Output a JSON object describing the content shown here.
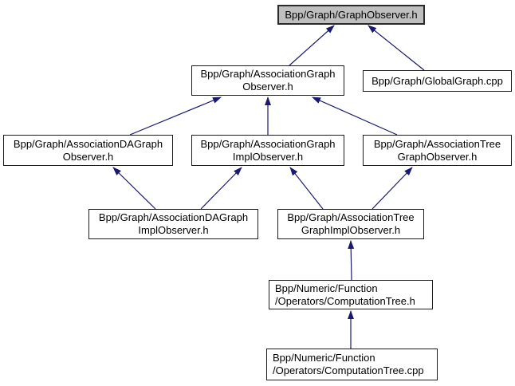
{
  "diagram": {
    "type": "include-dependency-graph",
    "colors": {
      "background": "#ffffff",
      "edge_arrow": "#191970",
      "node_fill": "#ffffff",
      "node_border": "#1c1c1c",
      "highlighted_node_fill": "#bfbfbf",
      "text": "#000000"
    },
    "nodes": [
      {
        "id": "graph-observer-h",
        "label_lines": [
          "Bpp/Graph/GraphObserver.h"
        ],
        "highlighted": true,
        "align": "center"
      },
      {
        "id": "association-graph-observer-h",
        "label_lines": [
          "Bpp/Graph/AssociationGraph",
          "Observer.h"
        ],
        "highlighted": false,
        "align": "center"
      },
      {
        "id": "global-graph-cpp",
        "label_lines": [
          "Bpp/Graph/GlobalGraph.cpp"
        ],
        "highlighted": false,
        "align": "center"
      },
      {
        "id": "association-da-graph-observer-h",
        "label_lines": [
          "Bpp/Graph/AssociationDAGraph",
          "Observer.h"
        ],
        "highlighted": false,
        "align": "center"
      },
      {
        "id": "association-graph-impl-observer-h",
        "label_lines": [
          "Bpp/Graph/AssociationGraph",
          "ImplObserver.h"
        ],
        "highlighted": false,
        "align": "center"
      },
      {
        "id": "association-tree-graph-observer-h",
        "label_lines": [
          "Bpp/Graph/AssociationTree",
          "GraphObserver.h"
        ],
        "highlighted": false,
        "align": "center"
      },
      {
        "id": "association-da-graph-impl-observer-h",
        "label_lines": [
          "Bpp/Graph/AssociationDAGraph",
          "ImplObserver.h"
        ],
        "highlighted": false,
        "align": "center"
      },
      {
        "id": "association-tree-graph-impl-observer-h",
        "label_lines": [
          "Bpp/Graph/AssociationTree",
          "GraphImplObserver.h"
        ],
        "highlighted": false,
        "align": "center"
      },
      {
        "id": "computation-tree-h",
        "label_lines": [
          "Bpp/Numeric/Function",
          "/Operators/ComputationTree.h"
        ],
        "highlighted": false,
        "align": "left"
      },
      {
        "id": "computation-tree-cpp",
        "label_lines": [
          "Bpp/Numeric/Function",
          "/Operators/ComputationTree.cpp"
        ],
        "highlighted": false,
        "align": "left"
      }
    ],
    "edges": [
      {
        "from": "association-graph-observer-h",
        "to": "graph-observer-h"
      },
      {
        "from": "global-graph-cpp",
        "to": "graph-observer-h"
      },
      {
        "from": "association-da-graph-observer-h",
        "to": "association-graph-observer-h"
      },
      {
        "from": "association-graph-impl-observer-h",
        "to": "association-graph-observer-h"
      },
      {
        "from": "association-tree-graph-observer-h",
        "to": "association-graph-observer-h"
      },
      {
        "from": "association-da-graph-impl-observer-h",
        "to": "association-da-graph-observer-h"
      },
      {
        "from": "association-da-graph-impl-observer-h",
        "to": "association-graph-impl-observer-h"
      },
      {
        "from": "association-tree-graph-impl-observer-h",
        "to": "association-graph-impl-observer-h"
      },
      {
        "from": "association-tree-graph-impl-observer-h",
        "to": "association-tree-graph-observer-h"
      },
      {
        "from": "computation-tree-h",
        "to": "association-tree-graph-impl-observer-h"
      },
      {
        "from": "computation-tree-cpp",
        "to": "computation-tree-h"
      }
    ]
  }
}
